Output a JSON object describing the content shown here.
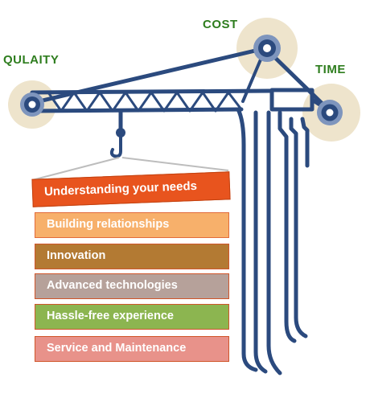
{
  "labels": {
    "quality": "QULAITY",
    "cost": "COST",
    "time": "TIME"
  },
  "blocks": [
    "Understanding your needs",
    "Building relationships",
    "Innovation",
    "Advanced technologies",
    "Hassle-free experience",
    "Service and Maintenance"
  ],
  "colors": {
    "crane": "#2b4a7e",
    "halo": "#eee4cc",
    "label": "#2e7d1e",
    "block_top": "#e8541e",
    "block_1": "#f7b06b",
    "block_2": "#b37a33",
    "block_3": "#b6a19a",
    "block_4": "#8cb550",
    "block_5": "#e8928a",
    "block_border": "#d0552a"
  }
}
